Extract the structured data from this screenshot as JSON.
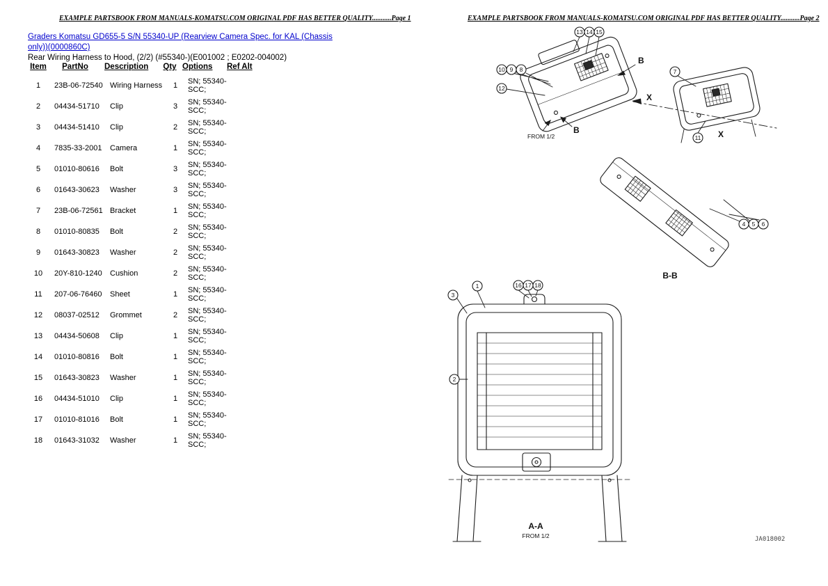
{
  "page": {
    "header_left": "EXAMPLE PARTSBOOK FROM MANUALS-KOMATSU.COM ORIGINAL PDF HAS BETTER QUALITY...........Page 1",
    "header_right": "EXAMPLE PARTSBOOK FROM MANUALS-KOMATSU.COM ORIGINAL PDF HAS BETTER QUALITY...........Page 2"
  },
  "title": {
    "link_line1": "Graders Komatsu GD655-5 S/N 55340-UP (Rearview Camera Spec. for KAL (Chassis",
    "link_line2": "only))(0000860C)",
    "subtitle": "Rear Wiring Harness to Hood, (2/2) (#55340-)(E001002 ; E0202-004002)"
  },
  "table": {
    "headers": {
      "item": "Item",
      "part": "PartNo",
      "desc": "Description",
      "qty": "Qty",
      "options": "Options",
      "ref_alt": "Ref Alt"
    },
    "rows": [
      {
        "item": "1",
        "part": "23B-06-72540",
        "desc": "Wiring Harness",
        "qty": "1",
        "opt_sn": "SN; 55340-",
        "opt_scc": "SCC;"
      },
      {
        "item": "2",
        "part": "04434-51710",
        "desc": "Clip",
        "qty": "3",
        "opt_sn": "SN; 55340-",
        "opt_scc": "SCC;"
      },
      {
        "item": "3",
        "part": "04434-51410",
        "desc": "Clip",
        "qty": "2",
        "opt_sn": "SN; 55340-",
        "opt_scc": "SCC;"
      },
      {
        "item": "4",
        "part": "7835-33-2001",
        "desc": "Camera",
        "qty": "1",
        "opt_sn": "SN; 55340-",
        "opt_scc": "SCC;"
      },
      {
        "item": "5",
        "part": "01010-80616",
        "desc": "Bolt",
        "qty": "3",
        "opt_sn": "SN; 55340-",
        "opt_scc": "SCC;"
      },
      {
        "item": "6",
        "part": "01643-30623",
        "desc": "Washer",
        "qty": "3",
        "opt_sn": "SN; 55340-",
        "opt_scc": "SCC;"
      },
      {
        "item": "7",
        "part": "23B-06-72561",
        "desc": "Bracket",
        "qty": "1",
        "opt_sn": "SN; 55340-",
        "opt_scc": "SCC;"
      },
      {
        "item": "8",
        "part": "01010-80835",
        "desc": "Bolt",
        "qty": "2",
        "opt_sn": "SN; 55340-",
        "opt_scc": "SCC;"
      },
      {
        "item": "9",
        "part": "01643-30823",
        "desc": "Washer",
        "qty": "2",
        "opt_sn": "SN; 55340-",
        "opt_scc": "SCC;"
      },
      {
        "item": "10",
        "part": "20Y-810-1240",
        "desc": "Cushion",
        "qty": "2",
        "opt_sn": "SN; 55340-",
        "opt_scc": "SCC;"
      },
      {
        "item": "11",
        "part": "207-06-76460",
        "desc": "Sheet",
        "qty": "1",
        "opt_sn": "SN; 55340-",
        "opt_scc": "SCC;"
      },
      {
        "item": "12",
        "part": "08037-02512",
        "desc": "Grommet",
        "qty": "2",
        "opt_sn": "SN; 55340-",
        "opt_scc": "SCC;"
      },
      {
        "item": "13",
        "part": "04434-50608",
        "desc": "Clip",
        "qty": "1",
        "opt_sn": "SN; 55340-",
        "opt_scc": "SCC;"
      },
      {
        "item": "14",
        "part": "01010-80816",
        "desc": "Bolt",
        "qty": "1",
        "opt_sn": "SN; 55340-",
        "opt_scc": "SCC;"
      },
      {
        "item": "15",
        "part": "01643-30823",
        "desc": "Washer",
        "qty": "1",
        "opt_sn": "SN; 55340-",
        "opt_scc": "SCC;"
      },
      {
        "item": "16",
        "part": "04434-51010",
        "desc": "Clip",
        "qty": "1",
        "opt_sn": "SN; 55340-",
        "opt_scc": "SCC;"
      },
      {
        "item": "17",
        "part": "01010-81016",
        "desc": "Bolt",
        "qty": "1",
        "opt_sn": "SN; 55340-",
        "opt_scc": "SCC;"
      },
      {
        "item": "18",
        "part": "01643-31032",
        "desc": "Washer",
        "qty": "1",
        "opt_sn": "SN; 55340-",
        "opt_scc": "SCC;"
      }
    ]
  },
  "diagram": {
    "callouts": {
      "c1": "1",
      "c2": "2",
      "c3": "3",
      "c4": "4",
      "c5": "5",
      "c6": "6",
      "c7": "7",
      "c8": "8",
      "c9": "9",
      "c10": "10",
      "c11": "11",
      "c12": "12",
      "c13": "13",
      "c14": "14",
      "c15": "15",
      "c16": "16",
      "c17": "17",
      "c18": "18"
    },
    "labels": {
      "section_b_top": "B",
      "section_b_bottom": "B",
      "axis_x_left": "X",
      "axis_x_right": "X",
      "from_top": "FROM 1/2",
      "section_bb": "B-B",
      "section_aa": "A-A",
      "from_bottom": "FROM 1/2",
      "drawing_code": "JA018002"
    }
  },
  "colors": {
    "link_blue": "#0000cc",
    "ink": "#1c1c1c",
    "paper": "#ffffff"
  }
}
